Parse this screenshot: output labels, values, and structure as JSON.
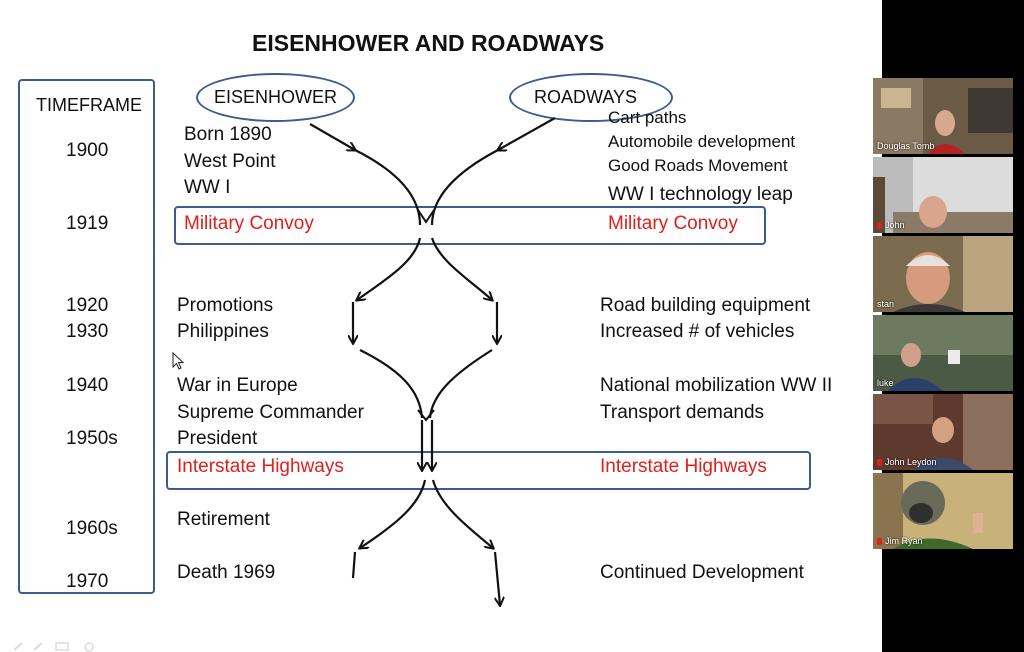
{
  "slide": {
    "title": "EISENHOWER AND ROADWAYS",
    "timeframe_label": "TIMEFRAME",
    "left_header": "EISENHOWER",
    "right_header": "ROADWAYS",
    "years": [
      "1900",
      "1919",
      "1920",
      "1930",
      "1940",
      "1950s",
      "1960s",
      "1970"
    ],
    "eisenhower_items": [
      "Born 1890",
      "West Point",
      "WW I",
      "Military Convoy",
      "Promotions",
      "Philippines",
      "War in Europe",
      "Supreme Commander",
      "President",
      "Interstate Highways",
      "Retirement",
      "Death 1969"
    ],
    "roadway_items": [
      "Cart paths",
      "Automobile development",
      "Good Roads Movement",
      "WW I technology leap",
      "Military Convoy",
      "Road building equipment",
      "Increased # of vehicles",
      "National mobilization WW II",
      "Transport demands",
      "Interstate Highways",
      "Continued Development"
    ],
    "highlight_color": "#e0201e",
    "box_color": "#3a5c8f"
  },
  "participants": [
    {
      "name": "Douglas Tomb",
      "muted": false
    },
    {
      "name": "John",
      "muted": true
    },
    {
      "name": "stan",
      "muted": false
    },
    {
      "name": "luke",
      "muted": false
    },
    {
      "name": "John Leydon",
      "muted": true
    },
    {
      "name": "Jim Ryan",
      "muted": true
    }
  ]
}
